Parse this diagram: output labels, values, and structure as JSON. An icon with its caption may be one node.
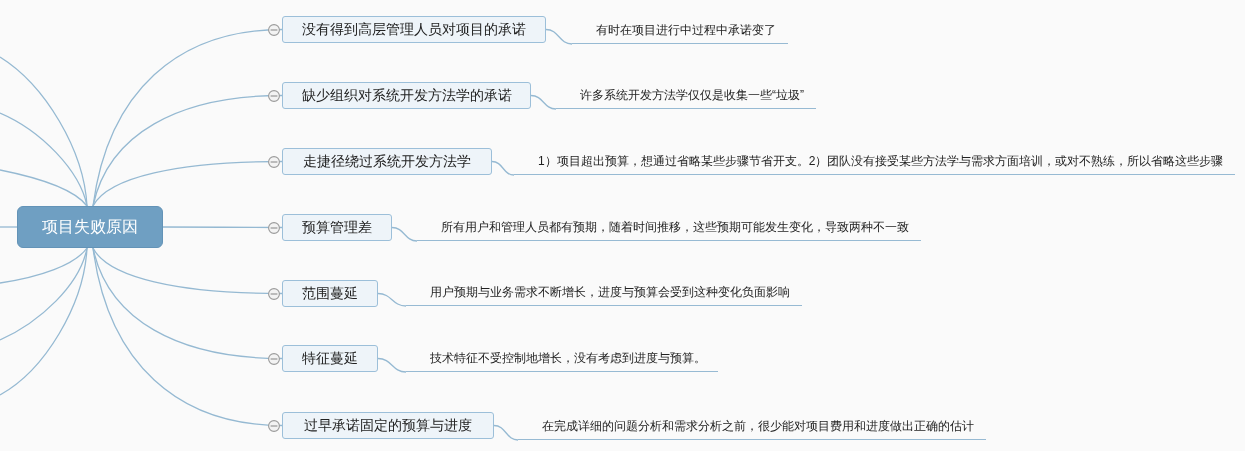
{
  "diagram": {
    "nodes": [
      {
        "text": [
          "项目失败原因"
        ]
      },
      {
        "text": [
          "没有得到高层管理人员对项目的承诺"
        ]
      },
      {
        "text": [
          "有时在项目进行中过程中承诺变了"
        ]
      },
      {
        "text": [
          "缺少组织对系统开发方法学的承诺"
        ]
      },
      {
        "text": [
          "许多系统开发方法学仅仅是收集一些“垃圾”"
        ]
      },
      {
        "text": [
          "走捷径绕过系统开发方法学"
        ]
      },
      {
        "text": [
          "1）项目超出预算，想通过省略某些步骤节省开支。2）团队没有接受某些方法学与需求方面培训，或对不熟练，所以省略这些步骤"
        ]
      },
      {
        "text": [
          "预算管理差"
        ]
      },
      {
        "text": [
          "所有用户和管理人员都有预期，随着时间推移，这些预期可能发生变化，导致两种不一致"
        ]
      },
      {
        "text": [
          "范围蔓延"
        ]
      },
      {
        "text": [
          "用户预期与业务需求不断增长，进度与预算会受到这种变化负面影响"
        ]
      },
      {
        "text": [
          "特征蔓延"
        ]
      },
      {
        "text": [
          "技术特征不受控制地增长，没有考虑到进度与预算。"
        ]
      },
      {
        "text": [
          "过早承诺固定的预算与进度"
        ]
      },
      {
        "text": [
          "在完成详细的问题分析和需求分析之前，很少能对项目费用和进度做出正确的估计"
        ]
      }
    ],
    "edges": [
      {
        "from": 0,
        "to": 1,
        "arrow": "none"
      },
      {
        "from": 0,
        "to": 3,
        "arrow": "none"
      },
      {
        "from": 0,
        "to": 5,
        "arrow": "none"
      },
      {
        "from": 0,
        "to": 7,
        "arrow": "none"
      },
      {
        "from": 0,
        "to": 9,
        "arrow": "none"
      },
      {
        "from": 0,
        "to": 11,
        "arrow": "none"
      },
      {
        "from": 0,
        "to": 13,
        "arrow": "none"
      },
      {
        "from": 1,
        "to": 2,
        "arrow": "none"
      },
      {
        "from": 3,
        "to": 4,
        "arrow": "none"
      },
      {
        "from": 5,
        "to": 6,
        "arrow": "none"
      },
      {
        "from": 7,
        "to": 8,
        "arrow": "none"
      },
      {
        "from": 9,
        "to": 10,
        "arrow": "none"
      },
      {
        "from": 11,
        "to": 12,
        "arrow": "none"
      },
      {
        "from": 13,
        "to": 14,
        "arrow": "none"
      },
      {
        "from": 0,
        "to": null,
        "arrow": "none"
      },
      {
        "from": 0,
        "to": null,
        "arrow": "none"
      },
      {
        "from": 0,
        "to": null,
        "arrow": "none"
      },
      {
        "from": 0,
        "to": null,
        "arrow": "none"
      },
      {
        "from": 0,
        "to": null,
        "arrow": "none"
      },
      {
        "from": 0,
        "to": null,
        "arrow": "none"
      },
      {
        "from": 0,
        "to": null,
        "arrow": "none"
      }
    ]
  }
}
